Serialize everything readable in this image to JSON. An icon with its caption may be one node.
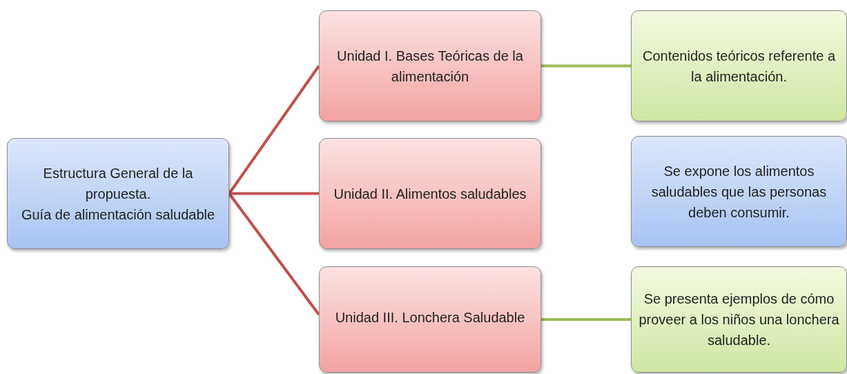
{
  "diagram": {
    "nodes": [
      {
        "text": [
          "Estructura General de la propuesta.",
          "Guía de alimentación saludable"
        ]
      },
      {
        "text": [
          "Unidad I. Bases Teóricas de la alimentación"
        ]
      },
      {
        "text": [
          "Unidad II. Alimentos saludables"
        ]
      },
      {
        "text": [
          "Unidad III. Lonchera Saludable"
        ]
      },
      {
        "text": [
          "Contenidos teóricos referente a la alimentación."
        ]
      },
      {
        "text": [
          "Se expone los alimentos saludables que las personas deben consumir."
        ]
      },
      {
        "text": [
          "Se presenta ejemplos de cómo proveer a los niños una lonchera saludable."
        ]
      }
    ],
    "edges": [
      {
        "from": 0,
        "to": 1,
        "arrow": "none"
      },
      {
        "from": 0,
        "to": 2,
        "arrow": "none"
      },
      {
        "from": 0,
        "to": 3,
        "arrow": "none"
      },
      {
        "from": 1,
        "to": 4,
        "arrow": "none",
        "color": "#9bbb59"
      },
      {
        "from": 3,
        "to": 6,
        "arrow": "none",
        "color": "#9bbb59"
      }
    ]
  }
}
